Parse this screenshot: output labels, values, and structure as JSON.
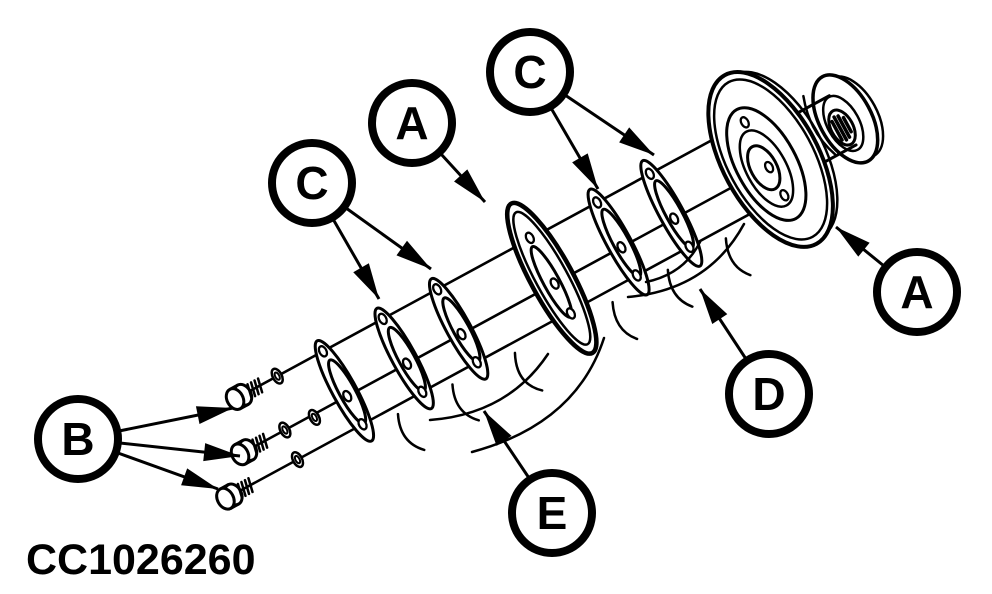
{
  "figure": {
    "id_label": "CC1026260"
  },
  "diagram": {
    "type": "exploded-parts-diagram",
    "background_color": "#ffffff",
    "line_color": "#000000",
    "callouts": [
      {
        "id": "c-left",
        "label": "C"
      },
      {
        "id": "a-upper",
        "label": "A"
      },
      {
        "id": "c-upper",
        "label": "C"
      },
      {
        "id": "a-right",
        "label": "A"
      },
      {
        "id": "b",
        "label": "B"
      },
      {
        "id": "d",
        "label": "D"
      },
      {
        "id": "e",
        "label": "E"
      }
    ]
  }
}
